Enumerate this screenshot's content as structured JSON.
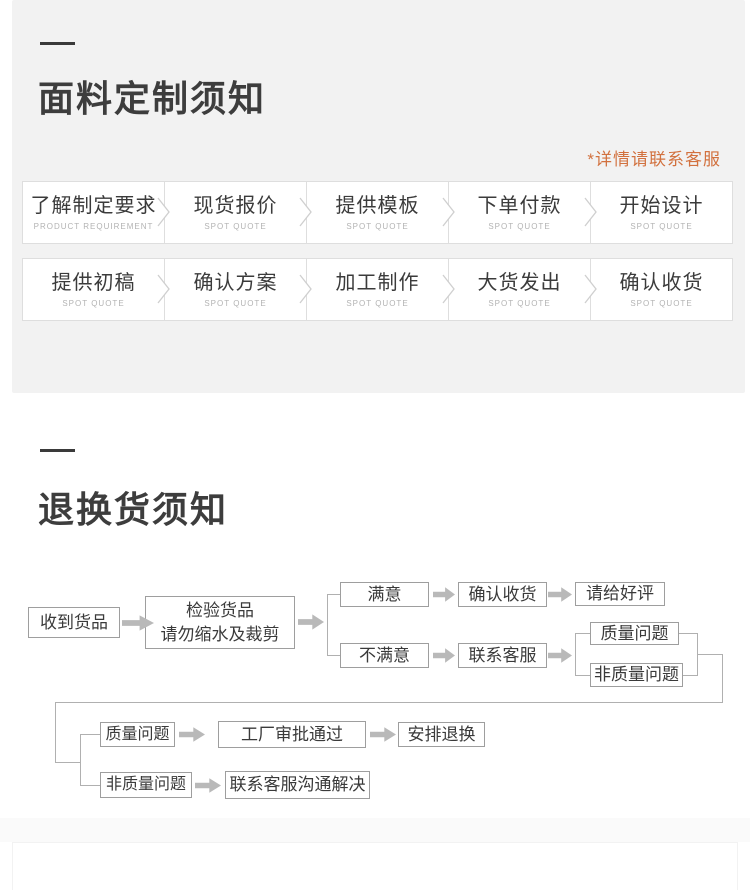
{
  "fabric_section": {
    "title": "面料定制须知",
    "note": "*详情请联系客服",
    "steps_row1": [
      {
        "label": "了解制定要求",
        "sub": "PRODUCT REQUIREMENT"
      },
      {
        "label": "现货报价",
        "sub": "SPOT QUOTE"
      },
      {
        "label": "提供模板",
        "sub": "SPOT QUOTE"
      },
      {
        "label": "下单付款",
        "sub": "SPOT QUOTE"
      },
      {
        "label": "开始设计",
        "sub": "SPOT QUOTE"
      }
    ],
    "steps_row2": [
      {
        "label": "提供初稿",
        "sub": "SPOT QUOTE"
      },
      {
        "label": "确认方案",
        "sub": "SPOT QUOTE"
      },
      {
        "label": "加工制作",
        "sub": "SPOT QUOTE"
      },
      {
        "label": "大货发出",
        "sub": "SPOT QUOTE"
      },
      {
        "label": "确认收货",
        "sub": "SPOT QUOTE"
      }
    ]
  },
  "returns_section": {
    "title": "退换货须知",
    "flow": {
      "receive": "收到货品",
      "inspect_line1": "检验货品",
      "inspect_line2": "请勿缩水及裁剪",
      "satisfied": "满意",
      "confirm_receipt": "确认收货",
      "give_good_review": "请给好评",
      "unsatisfied": "不满意",
      "contact_service": "联系客服",
      "quality_issue_branch": "质量问题",
      "non_quality_issue_branch": "非质量问题",
      "quality_issue": "质量问题",
      "factory_approval": "工厂审批通过",
      "arrange_return_exchange": "安排退换",
      "non_quality_issue": "非质量问题",
      "contact_service_resolve": "联系客服沟通解决"
    }
  },
  "colors": {
    "section_bg": "#f2f2f2",
    "accent_orange": "#d2713e",
    "step_border": "#dedede",
    "flow_border": "#9e9e9e",
    "arrow_gray": "#b9b9b9"
  }
}
